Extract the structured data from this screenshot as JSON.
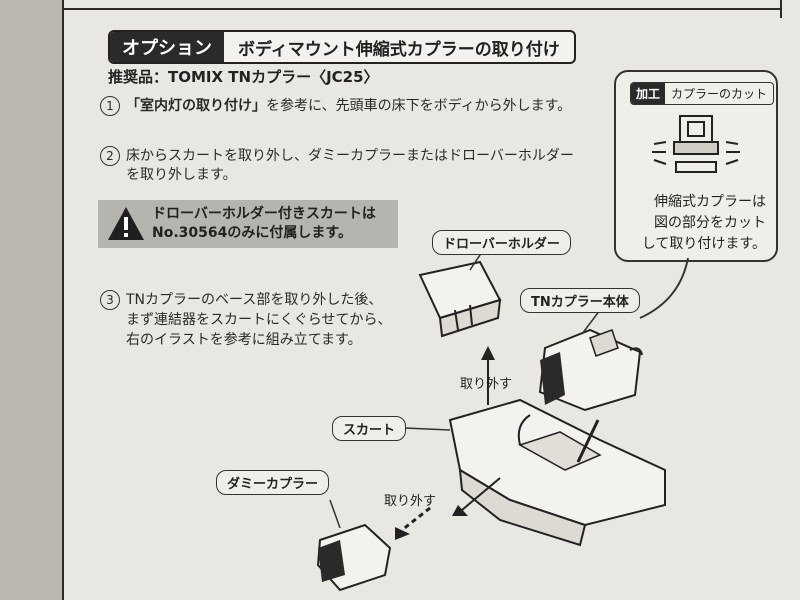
{
  "header": {
    "tag": "オプション",
    "title": "ボディマウント伸縮式カプラーの取り付け"
  },
  "recommended": "推奨品：TOMIX TNカプラー〈JC25〉",
  "steps": [
    {
      "num": "1",
      "bold": "「室内灯の取り付け」",
      "text": "を参考に、先頭車の床下をボディから外します。"
    },
    {
      "num": "2",
      "line1": "床からスカートを取り外し、ダミーカプラーまたはドローバーホルダー",
      "line2": "を取り外します。"
    },
    {
      "num": "3",
      "line1": "TNカプラーのベース部を取り外した後、",
      "line2": "まず連結器をスカートにくぐらせてから、",
      "line3": "右のイラストを参考に組み立てます。"
    }
  ],
  "warning": {
    "line1": "ドローバーホルダー付きスカートは",
    "line2_bold": "No.30564",
    "line2_rest": "のみに付属します。"
  },
  "callout": {
    "key": "加工",
    "value": "カプラーのカット",
    "line1": "伸縮式カプラーは",
    "line2": "図の部分をカット",
    "line3": "して取り付けます。"
  },
  "labels": {
    "drawbar_holder": "ドローバーホルダー",
    "tn_coupler_body": "TNカプラー本体",
    "skirt": "スカート",
    "dummy_coupler": "ダミーカプラー",
    "remove_1": "取り外す",
    "remove_2": "取り外す"
  },
  "colors": {
    "paper": "#e9e7e1",
    "ink": "#222222",
    "banner": "#2a2a2a",
    "warning_bg": "#b6b4ae"
  }
}
